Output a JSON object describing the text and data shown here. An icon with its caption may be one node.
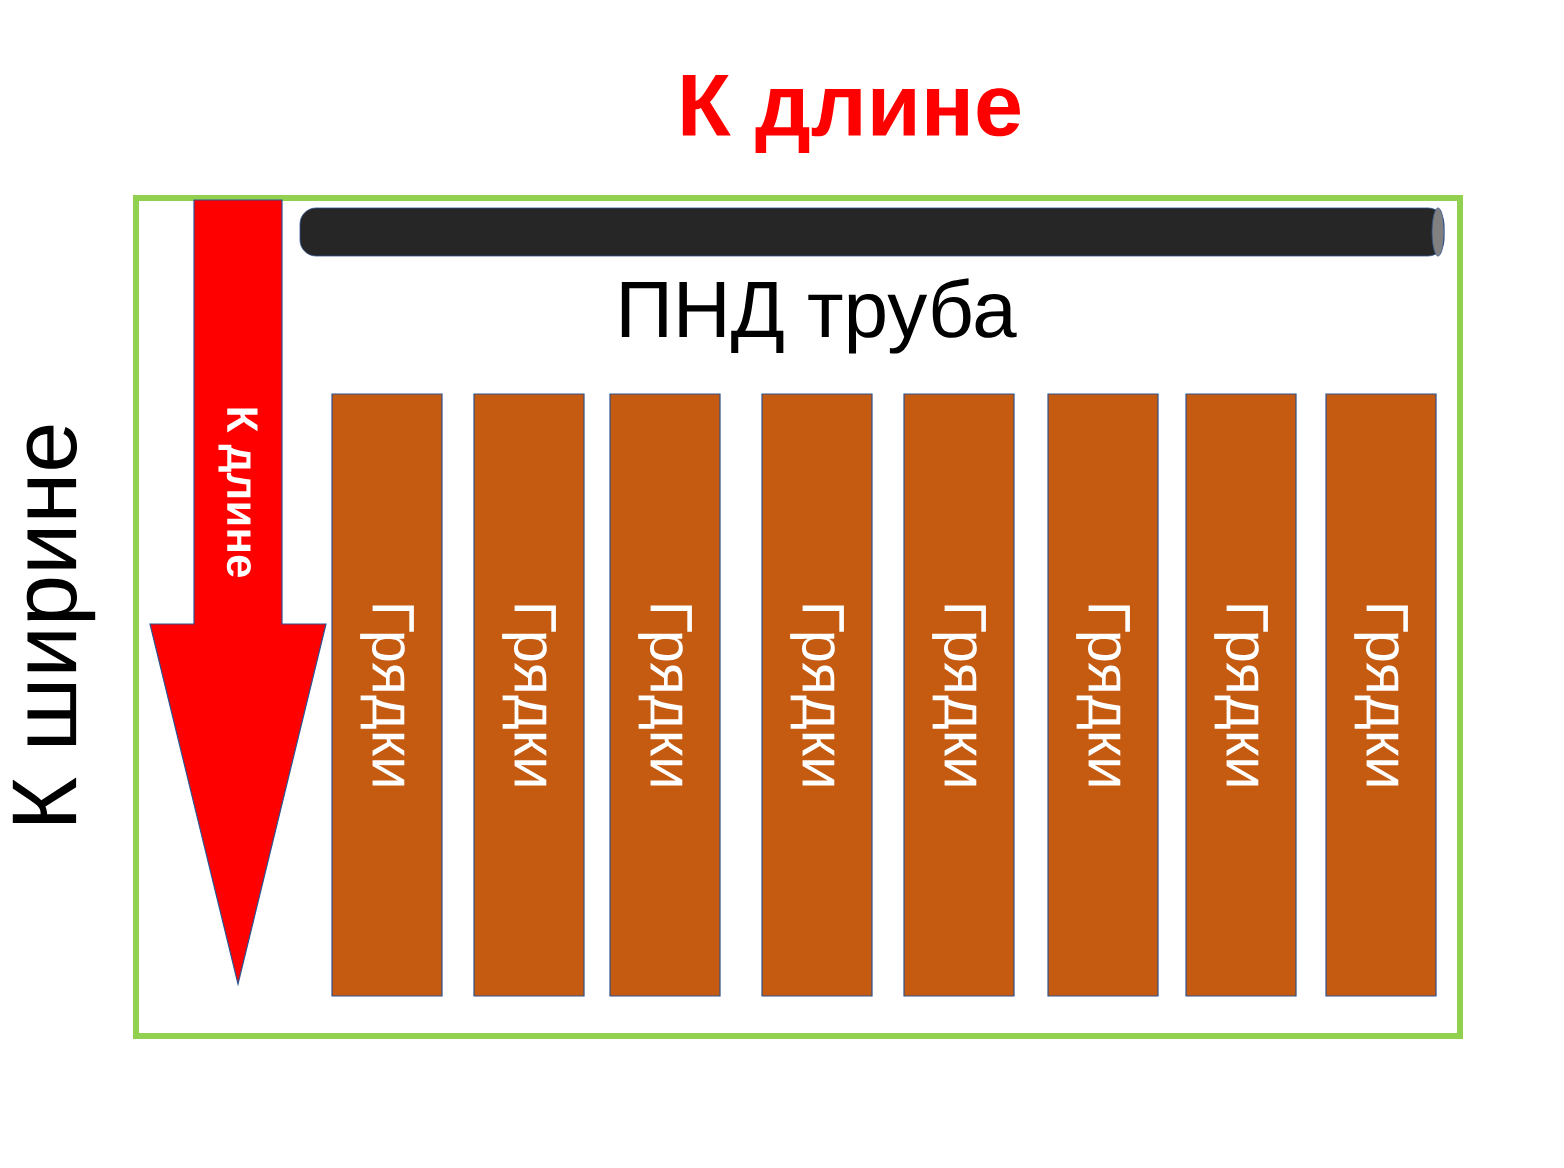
{
  "diagram": {
    "title": "К длине",
    "nodes": [
      {
        "text": [],
        "shape": "box",
        "beside": [
          "К ширине"
        ]
      },
      {
        "text": [
          "ПНД труба"
        ],
        "in": 0
      },
      {
        "text": [
          "К длине"
        ],
        "in": 0
      },
      {
        "text": [
          "Грядки"
        ],
        "in": 0
      },
      {
        "text": [
          "Грядки"
        ],
        "in": 0
      },
      {
        "text": [
          "Грядки"
        ],
        "in": 0
      },
      {
        "text": [
          "Грядки"
        ],
        "in": 0
      },
      {
        "text": [
          "Грядки"
        ],
        "in": 0
      },
      {
        "text": [
          "Грядки"
        ],
        "in": 0
      },
      {
        "text": [
          "Грядки"
        ],
        "in": 0
      },
      {
        "text": [
          "Грядки"
        ],
        "in": 0
      }
    ]
  }
}
